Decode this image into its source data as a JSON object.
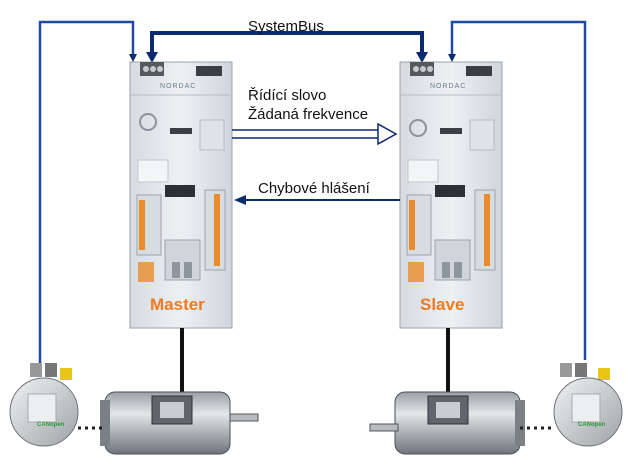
{
  "labels": {
    "system_bus": "SystemBus",
    "control_word": "Řídící slovo",
    "setpoint_frequency": "Žádaná frekvence",
    "error_message": "Chybové hlášení"
  },
  "units": {
    "master": "Master",
    "slave": "Slave",
    "brand": "NORDAC"
  },
  "encoders": {
    "logo_text": "CANopen"
  },
  "colors": {
    "bus_line": "#1f4aa0",
    "bus_dark": "#0c2a6e",
    "unit_label": "#f07a1e",
    "inverter_body": "#e7ebef"
  }
}
